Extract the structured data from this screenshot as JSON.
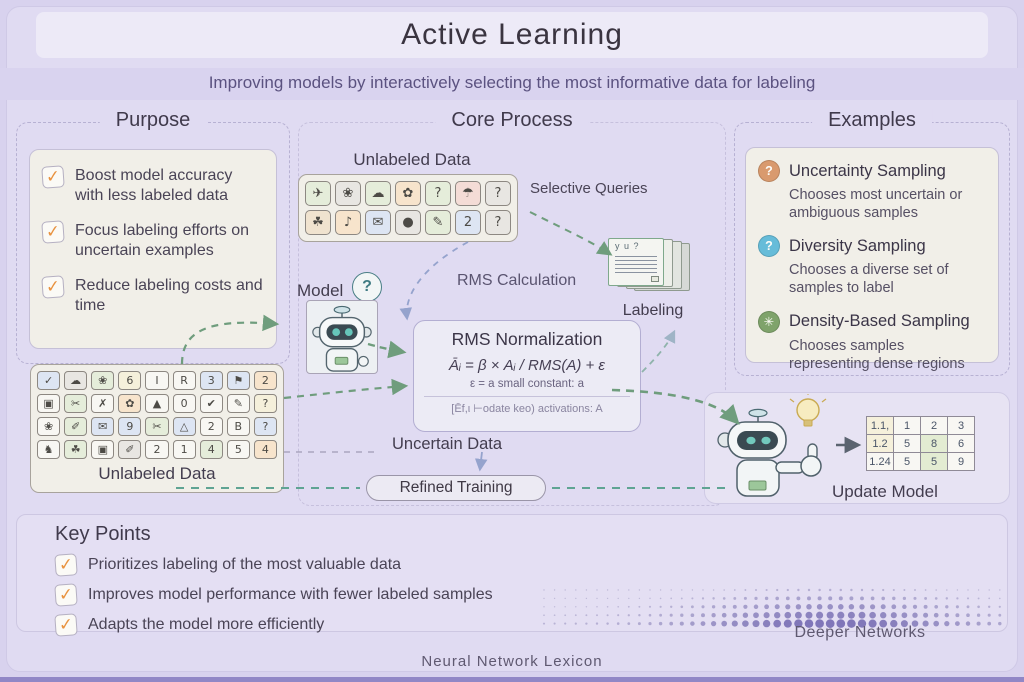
{
  "header": {
    "title": "Active Learning",
    "subtitle": "Improving models by interactively selecting the most informative data for labeling"
  },
  "purpose": {
    "title": "Purpose",
    "items": [
      "Boost model accuracy with less labeled data",
      "Focus labeling efforts on uncertain examples",
      "Reduce labeling costs and time"
    ]
  },
  "core": {
    "title": "Core Process",
    "top_grid": {
      "label": "Unlabeled Data",
      "rows": [
        [
          {
            "g": "✈",
            "t": "green"
          },
          {
            "g": "❀",
            "t": "gray"
          },
          {
            "g": "☁",
            "t": "green"
          },
          {
            "g": "✿",
            "t": "orange"
          },
          {
            "g": "?",
            "t": "green"
          },
          {
            "g": "☂",
            "t": "pink"
          },
          {
            "g": "?",
            "t": "gray"
          }
        ],
        [
          {
            "g": "☘",
            "t": "tan"
          },
          {
            "g": "♪",
            "t": "orange"
          },
          {
            "g": "✉",
            "t": "blue"
          },
          {
            "g": "●",
            "t": "gray"
          },
          {
            "g": "✎",
            "t": "green"
          },
          {
            "g": "2",
            "t": "blue"
          },
          {
            "g": "?",
            "t": "gray"
          }
        ]
      ]
    },
    "selective_queries_label": "Selective Queries",
    "labeling": {
      "label": "Labeling",
      "scribble": "y u ?"
    },
    "model": {
      "label": "Model",
      "bubble": "?"
    },
    "rms_calculation_label": "RMS Calculation",
    "rms_box": {
      "title": "RMS Normalization",
      "formula": "Āᵢ = β × Aᵢ / RMS(A) + ε",
      "note": "ε = a small constant: a",
      "footnote": "[Ēf,ι ⊢odate keo) activations: A"
    },
    "uncertain_data_label": "Uncertain Data",
    "refined_training_label": "Refined Training",
    "bottom_grid": {
      "label": "Unlabeled Data",
      "rows": [
        [
          {
            "g": "✓",
            "t": "blue"
          },
          {
            "g": "☁",
            "t": "gray"
          },
          {
            "g": "❀",
            "t": "green"
          },
          {
            "g": "6",
            "t": "cream"
          },
          {
            "g": "I",
            "t": "white"
          },
          {
            "g": "R",
            "t": "white"
          },
          {
            "g": "3",
            "t": "blue"
          },
          {
            "g": "⚑",
            "t": "blue"
          },
          {
            "g": "2",
            "t": "orange"
          }
        ],
        [
          {
            "g": "▣",
            "t": "white"
          },
          {
            "g": "✂",
            "t": "green"
          },
          {
            "g": "✗",
            "t": "white"
          },
          {
            "g": "✿",
            "t": "orange"
          },
          {
            "g": "▲",
            "t": "white"
          },
          {
            "g": "0",
            "t": "white"
          },
          {
            "g": "✔",
            "t": "white"
          },
          {
            "g": "✎",
            "t": "white"
          },
          {
            "g": "?",
            "t": "cream"
          }
        ],
        [
          {
            "g": "❀",
            "t": "white"
          },
          {
            "g": "✐",
            "t": "green"
          },
          {
            "g": "✉",
            "t": "blue"
          },
          {
            "g": "9",
            "t": "blue"
          },
          {
            "g": "✂",
            "t": "green"
          },
          {
            "g": "△",
            "t": "blue"
          },
          {
            "g": "2",
            "t": "white"
          },
          {
            "g": "B",
            "t": "white"
          },
          {
            "g": "?",
            "t": "blue"
          }
        ],
        [
          {
            "g": "♞",
            "t": "white"
          },
          {
            "g": "☘",
            "t": "green"
          },
          {
            "g": "▣",
            "t": "white"
          },
          {
            "g": "✐",
            "t": "gray"
          },
          {
            "g": "2",
            "t": "white"
          },
          {
            "g": "1",
            "t": "white"
          },
          {
            "g": "4",
            "t": "green"
          },
          {
            "g": "5",
            "t": "white"
          },
          {
            "g": "4",
            "t": "orange"
          }
        ]
      ]
    },
    "update_model": {
      "label": "Update Model",
      "table": [
        [
          {
            "v": "1.1,",
            "t": "cream"
          },
          {
            "v": "1",
            "t": "white"
          },
          {
            "v": "2",
            "t": "white"
          },
          {
            "v": "3",
            "t": "white"
          }
        ],
        [
          {
            "v": "1.2",
            "t": "cream"
          },
          {
            "v": "5",
            "t": "white"
          },
          {
            "v": "8",
            "t": "green"
          },
          {
            "v": "6",
            "t": "white"
          }
        ],
        [
          {
            "v": "1.24",
            "t": "white"
          },
          {
            "v": "5",
            "t": "white"
          },
          {
            "v": "5",
            "t": "green"
          },
          {
            "v": "9",
            "t": "white"
          }
        ]
      ]
    }
  },
  "examples": {
    "title": "Examples",
    "items": [
      {
        "icon": "question-circle-orange",
        "icon_glyph": "?",
        "color": "#d99a6e",
        "title": "Uncertainty Sampling",
        "desc": "Chooses most uncertain or ambiguous samples"
      },
      {
        "icon": "question-circle-blue",
        "icon_glyph": "?",
        "color": "#66bcd9",
        "title": "Diversity Sampling",
        "desc": "Chooses a diverse set of samples to label"
      },
      {
        "icon": "gear-circle-green",
        "icon_glyph": "✳",
        "color": "#7fa36b",
        "title": "Density-Based Sampling",
        "desc": "Chooses samples representing dense regions"
      }
    ]
  },
  "key_points": {
    "title": "Key Points",
    "items": [
      "Prioritizes labeling of the most valuable data",
      "Improves model performance with fewer labeled samples",
      "Adapts the model more efficiently"
    ]
  },
  "deeper_networks_label": "Deeper Networks",
  "footer": "Neural Network Lexicon",
  "icons": {
    "check": "✓"
  },
  "colors": {
    "accent_check": "#e8923f",
    "arrow_green": "#6f9d7d",
    "arrow_teal": "#5fa493",
    "arrow_blue": "#95a3cd",
    "arrow_gray": "#aaa6bf"
  }
}
